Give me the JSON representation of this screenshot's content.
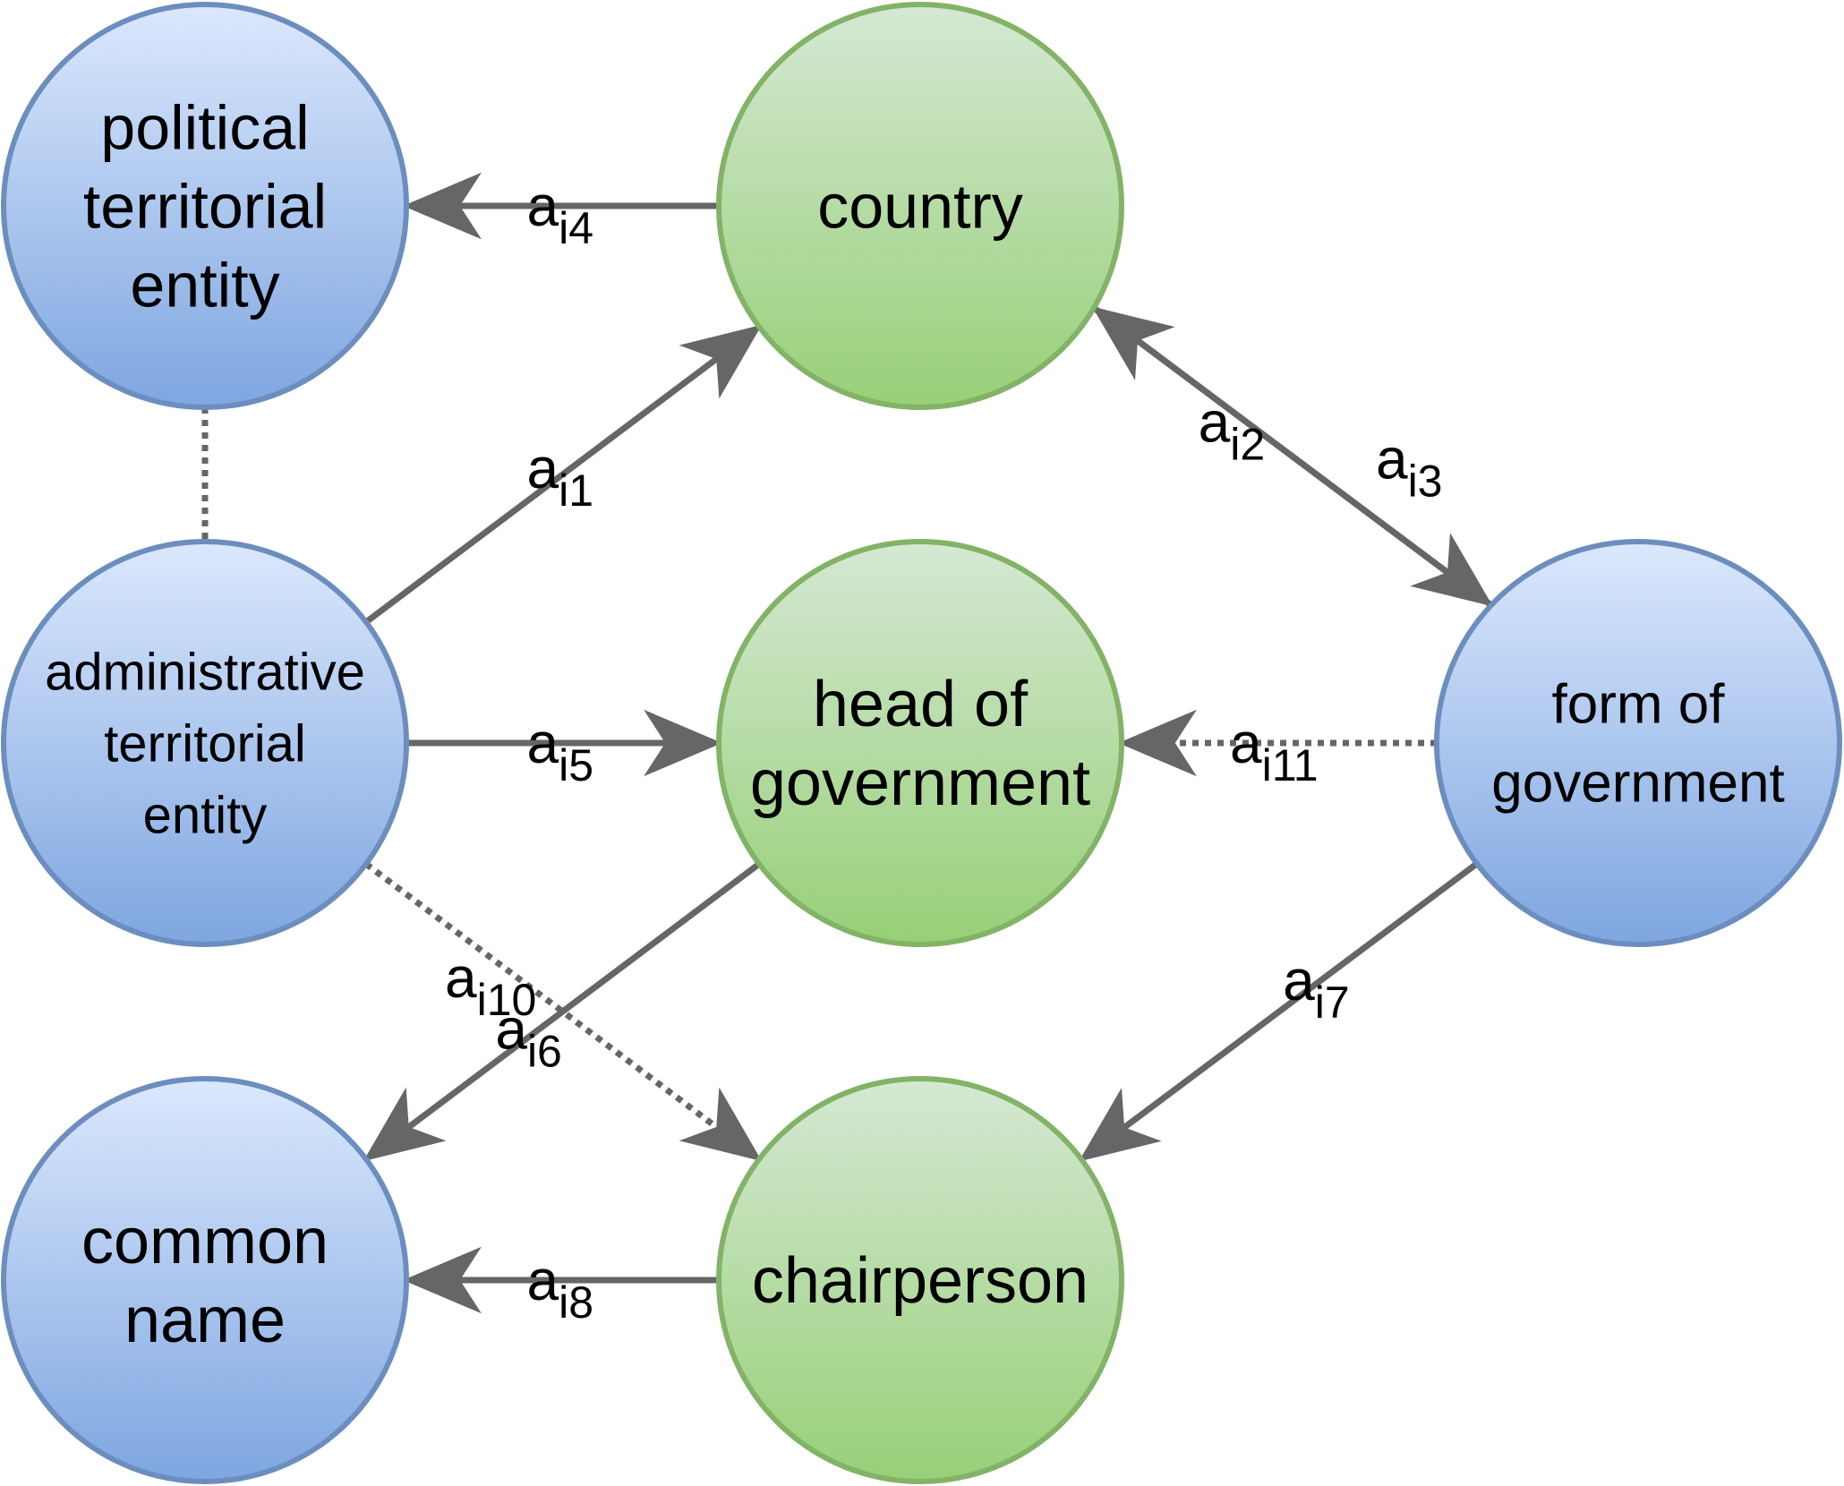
{
  "colors": {
    "blue_fill_top": "#dbe8fd",
    "blue_fill_bottom": "#7ea6e0",
    "blue_stroke": "#6c8ebf",
    "green_fill_top": "#d5e8d4",
    "green_fill_bottom": "#97d077",
    "green_stroke": "#82b366",
    "edge": "#666666",
    "background": "#ffffff"
  },
  "nodes": [
    {
      "id": "political",
      "kind": "blue",
      "lines": [
        "political",
        "territorial",
        "entity"
      ]
    },
    {
      "id": "country",
      "kind": "green",
      "lines": [
        "country"
      ]
    },
    {
      "id": "administrative",
      "kind": "blue",
      "lines": [
        "administrative",
        "territorial",
        "entity"
      ]
    },
    {
      "id": "head",
      "kind": "green",
      "lines": [
        "head of",
        "government"
      ]
    },
    {
      "id": "form",
      "kind": "blue",
      "lines": [
        "form of",
        "government"
      ]
    },
    {
      "id": "common",
      "kind": "blue",
      "lines": [
        "common",
        "name"
      ]
    },
    {
      "id": "chairperson",
      "kind": "green",
      "lines": [
        "chairperson"
      ]
    }
  ],
  "edges": [
    {
      "id": "ai1",
      "from": "administrative",
      "to": "country",
      "style": "solid",
      "base": "a",
      "sub": "i1"
    },
    {
      "id": "ai2",
      "from": "country",
      "to": "form",
      "style": "solid",
      "base": "a",
      "sub": "i2"
    },
    {
      "id": "ai3",
      "from": "form",
      "to": "country",
      "style": "solid",
      "base": "a",
      "sub": "i3"
    },
    {
      "id": "ai4",
      "from": "country",
      "to": "political",
      "style": "solid",
      "base": "a",
      "sub": "i4"
    },
    {
      "id": "ai5",
      "from": "administrative",
      "to": "head",
      "style": "solid",
      "base": "a",
      "sub": "i5"
    },
    {
      "id": "ai6",
      "from": "head",
      "to": "common",
      "style": "solid",
      "base": "a",
      "sub": "i6"
    },
    {
      "id": "ai7",
      "from": "form",
      "to": "chairperson",
      "style": "solid",
      "base": "a",
      "sub": "i7"
    },
    {
      "id": "ai8",
      "from": "chairperson",
      "to": "common",
      "style": "solid",
      "base": "a",
      "sub": "i8"
    },
    {
      "id": "ai10",
      "from": "administrative",
      "to": "chairperson",
      "style": "dotted",
      "base": "a",
      "sub": "i10"
    },
    {
      "id": "ai11",
      "from": "form",
      "to": "head",
      "style": "dotted",
      "base": "a",
      "sub": "i11"
    },
    {
      "id": "link-political-administrative",
      "from": "political",
      "to": "administrative",
      "style": "dotted-plain"
    }
  ]
}
